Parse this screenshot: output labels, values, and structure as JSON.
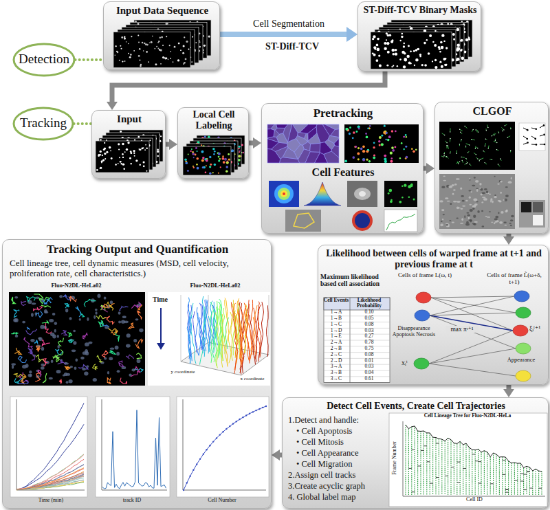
{
  "diagram": {
    "nodes": [
      {
        "text": [
          "Detection"
        ]
      },
      {
        "text": [
          "Input Data Sequence"
        ]
      },
      {
        "text": [
          "ST-Diff-TCV Binary Masks"
        ]
      },
      {
        "text": [
          "Tracking"
        ]
      },
      {
        "text": [
          "Input"
        ]
      },
      {
        "text": [
          "Local Cell Labeling"
        ]
      },
      {
        "text": [
          "Pretracking",
          "Cell Features"
        ]
      },
      {
        "text": [
          "CLGOF"
        ]
      },
      {
        "text": [
          "Tracking Output and Quantification",
          "Cell lineage tree, cell dynamic measures (MSD, cell velocity, proliferation rate, cell characteristics.)"
        ]
      },
      {
        "text": [
          "Likelihood between cells of warped frame at t+1 and previous frame at t"
        ]
      },
      {
        "text": [
          "Detect Cell Events, Create Cell Trajectories",
          "1.Detect and handle:",
          "• Cell Apoptosis",
          "• Cell Mitosis",
          "• Cell Appearance",
          "• Cell Migration",
          "2.Assign cell tracks",
          "3.Create acyclic graph",
          "4. Global label map"
        ]
      }
    ],
    "edges": [
      {
        "from": 0,
        "to": 1,
        "arrow": "none"
      },
      {
        "from": 1,
        "to": 2,
        "arrow": "to",
        "label": "Cell Segmentation"
      },
      {
        "from": 2,
        "to": 4,
        "arrow": "to"
      },
      {
        "from": 3,
        "to": 4,
        "arrow": "none"
      },
      {
        "from": 4,
        "to": 5,
        "arrow": "to"
      },
      {
        "from": 5,
        "to": 6,
        "arrow": "to"
      },
      {
        "from": 6,
        "to": 7,
        "arrow": "to"
      },
      {
        "from": 7,
        "to": 9,
        "arrow": "to"
      },
      {
        "from": 9,
        "to": 10,
        "arrow": "to"
      },
      {
        "from": 10,
        "to": 8,
        "arrow": "to"
      }
    ],
    "labels": [
      "ST-Diff-TCV",
      "Maximum likelihood based cell association",
      "Cell Events",
      "Likelihood Probability",
      "1→A",
      "0.10",
      "1→B",
      "0.05",
      "1→C",
      "0.08",
      "1→D",
      "0.03",
      "1→E",
      "0.27",
      "2→A",
      "0.78",
      "2→B",
      "0.75",
      "2→C",
      "0.08",
      "2→D",
      "0.01",
      "3→A",
      "0.03",
      "3→B",
      "0.04",
      "3→C",
      "0.61",
      "Cells of frame L(ω, t)",
      "Cells of frame L̃(ω+δ, t+1)",
      "Disappearance Apoptosis Necrosis",
      "xᵢᵗ",
      "max πᵗ⁺¹",
      "ξᵢᵗ⁺¹",
      "Appearance",
      "Cell Lineage Tree for Fluo-N2DL-HeLa",
      "Frame Number",
      "Cell ID",
      "Fluo-N2DL-HeLa02",
      "Fluo-N2DL-HeLa02",
      "Time",
      "y coordinate",
      "x coordinate",
      "Time (min)",
      "track ID",
      "Cell Number"
    ]
  }
}
